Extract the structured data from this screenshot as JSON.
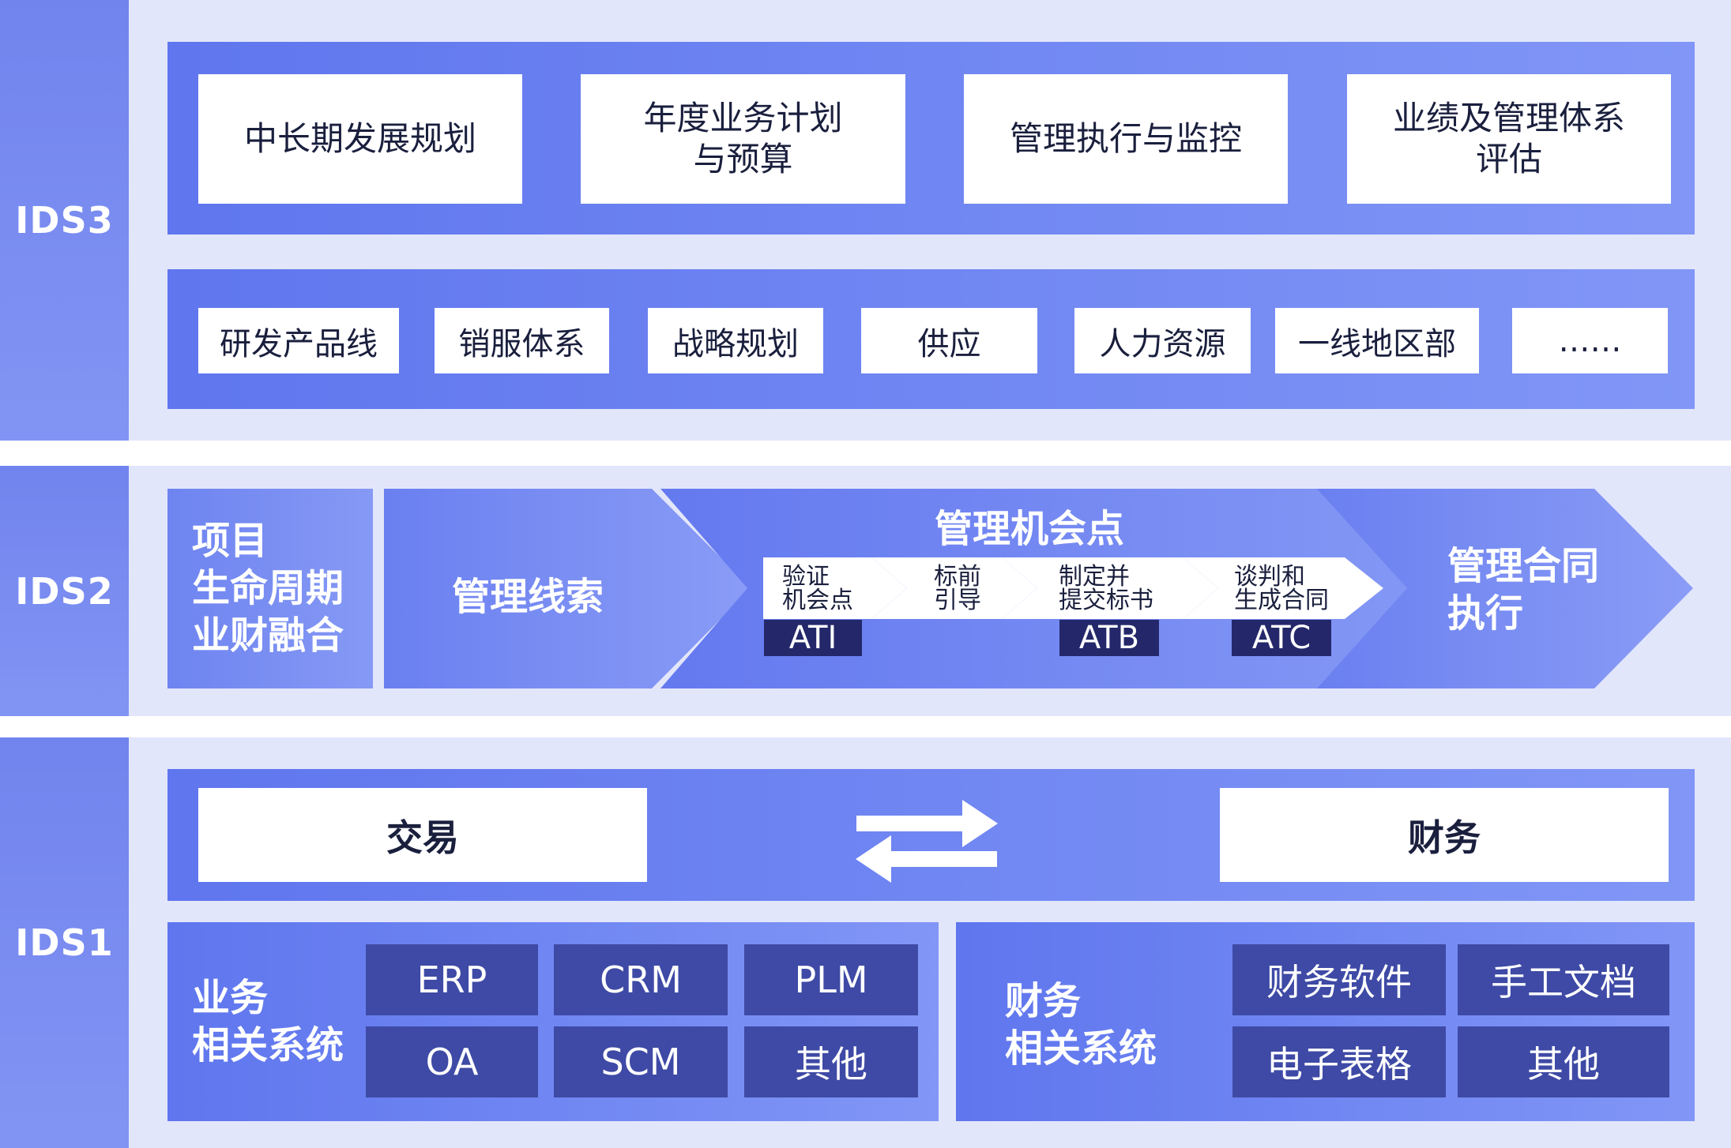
{
  "ids3": {
    "label": "IDS3",
    "top_boxes": [
      "中长期发展规划",
      "年度业务计划\n与预算",
      "管理执行与监控",
      "业绩及管理体系\n评估"
    ],
    "bottom_boxes": [
      "研发产品线",
      "销服体系",
      "战略规划",
      "供应",
      "人力资源",
      "一线地区部",
      "……"
    ]
  },
  "ids2": {
    "label": "IDS2",
    "lead": "项目\n生命周期\n业财融合",
    "arrow1": "管理线索",
    "arrow2_title": "管理机会点",
    "steps": [
      "验证\n机会点",
      "标前\n引导",
      "制定并\n提交标书",
      "谈判和\n生成合同"
    ],
    "tags": [
      "ATI",
      "ATB",
      "ATC"
    ],
    "arrow3": "管理合同\n执行"
  },
  "ids1": {
    "label": "IDS1",
    "trade": "交易",
    "finance": "财务",
    "biz_label": "业务\n相关系统",
    "biz_items": [
      "ERP",
      "CRM",
      "PLM",
      "OA",
      "SCM",
      "其他"
    ],
    "fin_label": "财务\n相关系统",
    "fin_items": [
      "财务软件",
      "手工文档",
      "电子表格",
      "其他"
    ]
  },
  "colors": {
    "band": "#e2e6fb",
    "panel_start": "#5f76ee",
    "panel_end": "#8196f6",
    "dark_cell": "#3e4aa5",
    "tag": "#24286a",
    "text_dark": "#1a1f3d"
  }
}
